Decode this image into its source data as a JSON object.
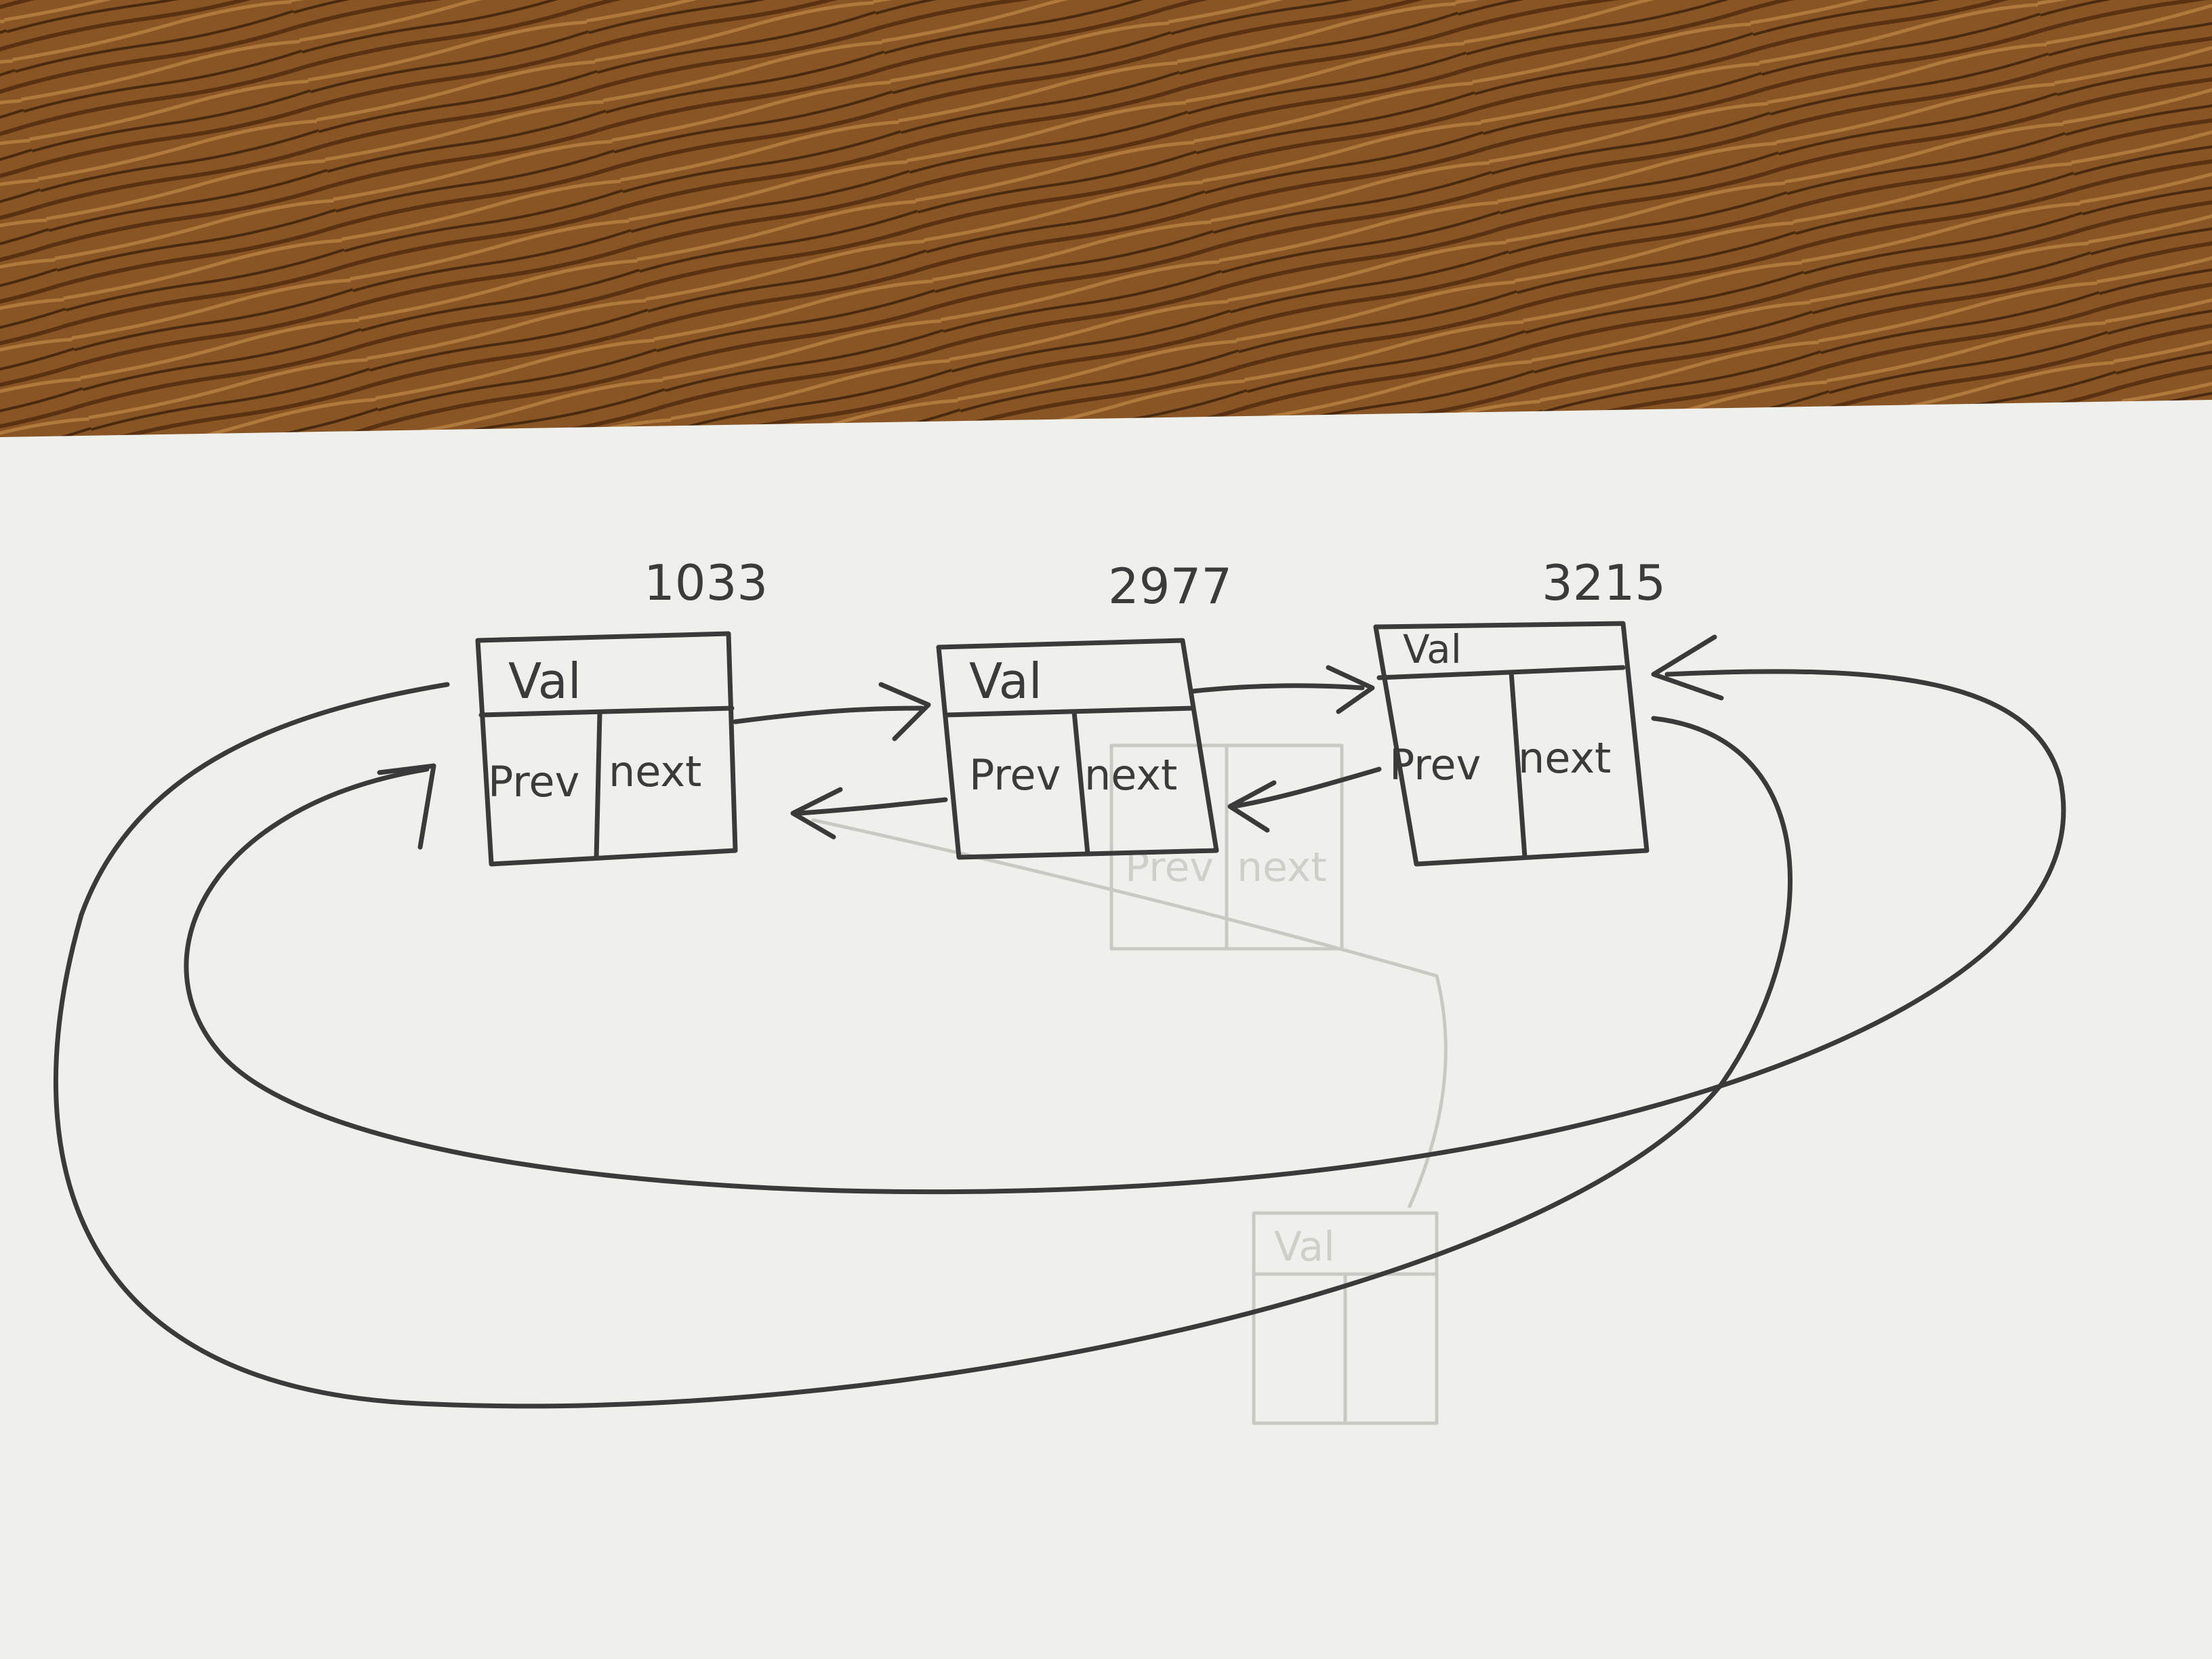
{
  "nodes": [
    {
      "address": "1033",
      "val_label": "Val",
      "prev_label": "Prev",
      "next_label": "next"
    },
    {
      "address": "2977",
      "val_label": "Val",
      "prev_label": "Prev",
      "next_label": "next"
    },
    {
      "address": "3215",
      "val_label": "Val",
      "prev_label": "Prev",
      "next_label": "next"
    }
  ],
  "faint_nodes": [
    {
      "val_label": "",
      "prev_label": "Prev",
      "next_label": "next"
    },
    {
      "val_label": "Val",
      "prev_label": "",
      "next_label": ""
    }
  ],
  "colors": {
    "wood": "#7a4a1e",
    "paper": "#efefec",
    "pencil": "#3a3a3a",
    "ghost": "#c9c9c4"
  }
}
